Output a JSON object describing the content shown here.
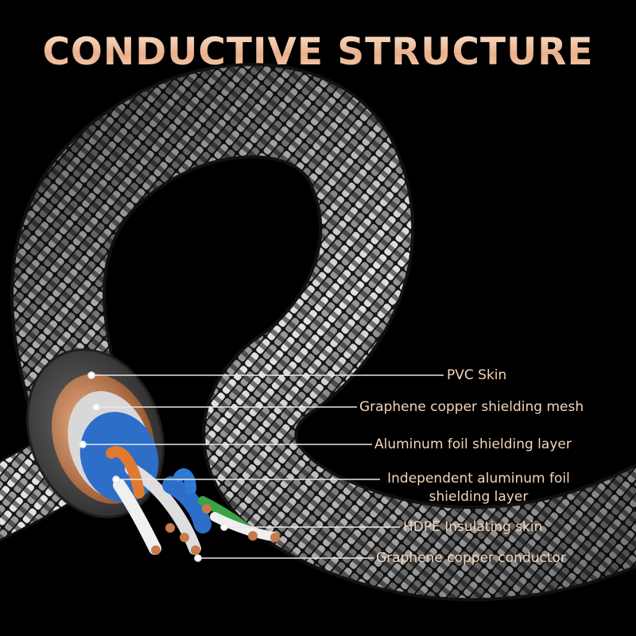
{
  "title": "CONDUCTIVE STRUCTURE",
  "colors": {
    "accent_text": "#f4d6bc",
    "braid_light": "#e6e6e6",
    "braid_dark": "#1a1a1a",
    "copper": "#c77a4a",
    "foil_blue": "#2d6ec9",
    "jacket": "#4a4a4a"
  },
  "labels": [
    {
      "id": "pvc-skin",
      "lines": [
        "PVC Skin"
      ]
    },
    {
      "id": "graphene-copper-shielding-mesh",
      "lines": [
        "Graphene copper shielding mesh"
      ]
    },
    {
      "id": "aluminum-foil-shielding-layer",
      "lines": [
        "Aluminum foil shielding layer"
      ]
    },
    {
      "id": "independent-aluminum-foil-shielding-layer",
      "lines": [
        "Independent aluminum foil",
        "shielding layer"
      ]
    },
    {
      "id": "hdpe-insulating-skin",
      "lines": [
        "HDPE Insulating skin"
      ]
    },
    {
      "id": "graphene-copper-conductor",
      "lines": [
        "Graphene copper conductor"
      ]
    }
  ]
}
